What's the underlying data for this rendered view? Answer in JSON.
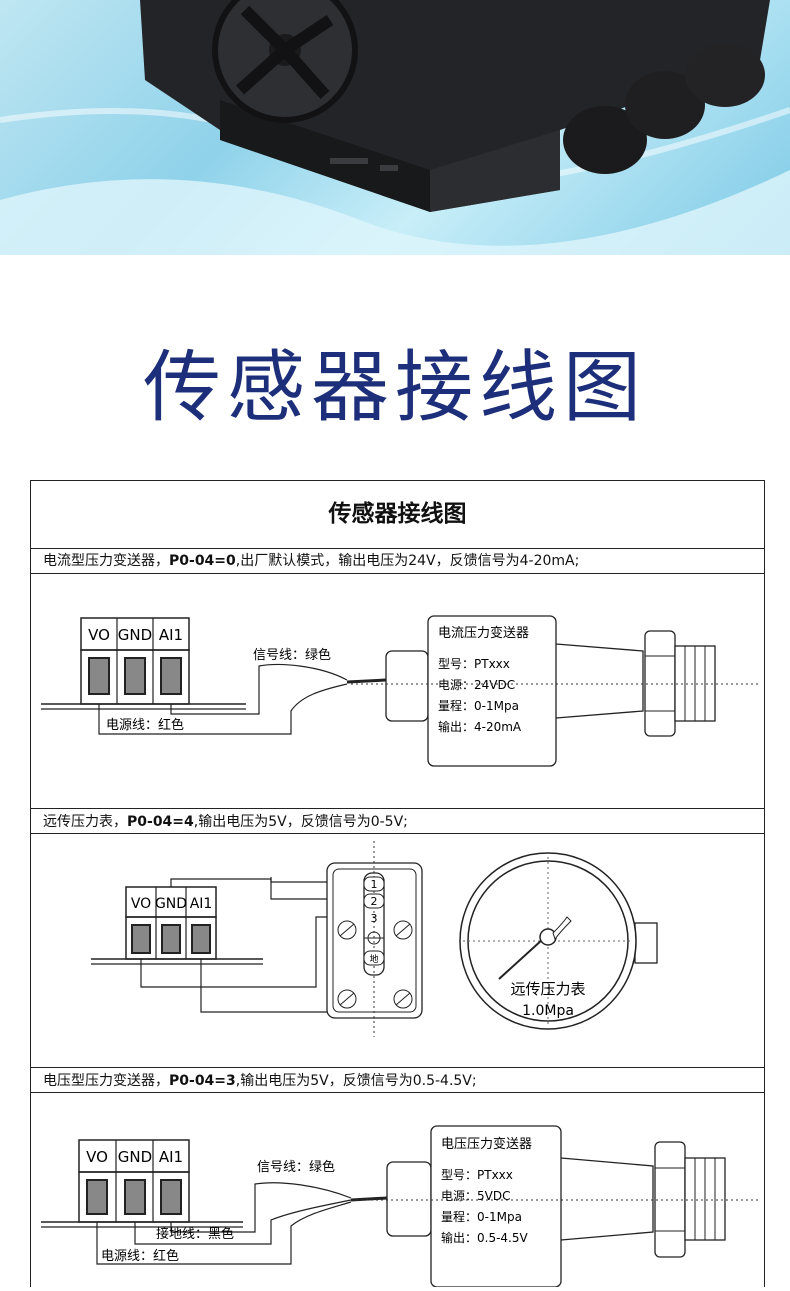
{
  "title": "传感器接线图",
  "sheet": {
    "title": "传感器接线图",
    "sections": [
      {
        "heading_pre": "电流型压力变送器，",
        "heading_code": "P0-04=0",
        "heading_post": ",出厂默认模式，输出电压为24V，反馈信号为4-20mA;",
        "terminals": [
          "VO",
          "GND",
          "AI1"
        ],
        "signal_wire": "信号线：绿色",
        "power_wire": "电源线：红色",
        "box_title": "电流压力变送器",
        "specs": [
          "型号：PTxxx",
          "电源：24VDC",
          "量程：0-1Mpa",
          "输出：4-20mA"
        ]
      },
      {
        "heading_pre": "远传压力表，",
        "heading_code": "P0-04=4",
        "heading_post": ",输出电压为5V，反馈信号为0-5V;",
        "terminals": [
          "VO",
          "GND",
          "AI1"
        ],
        "pins": [
          "1",
          "2",
          "3",
          "地"
        ],
        "gauge_name": "远传压力表",
        "gauge_range": "1.0Mpa"
      },
      {
        "heading_pre": "电压型压力变送器，",
        "heading_code": "P0-04=3",
        "heading_post": ",输出电压为5V，反馈信号为0.5-4.5V;",
        "terminals": [
          "VO",
          "GND",
          "AI1"
        ],
        "signal_wire": "信号线：绿色",
        "ground_wire": "接地线：黑色",
        "power_wire": "电源线：红色",
        "box_title": "电压压力变送器",
        "specs": [
          "型号：PTxxx",
          "电源：5VDC",
          "量程：0-1Mpa",
          "输出：0.5-4.5V"
        ]
      }
    ]
  }
}
